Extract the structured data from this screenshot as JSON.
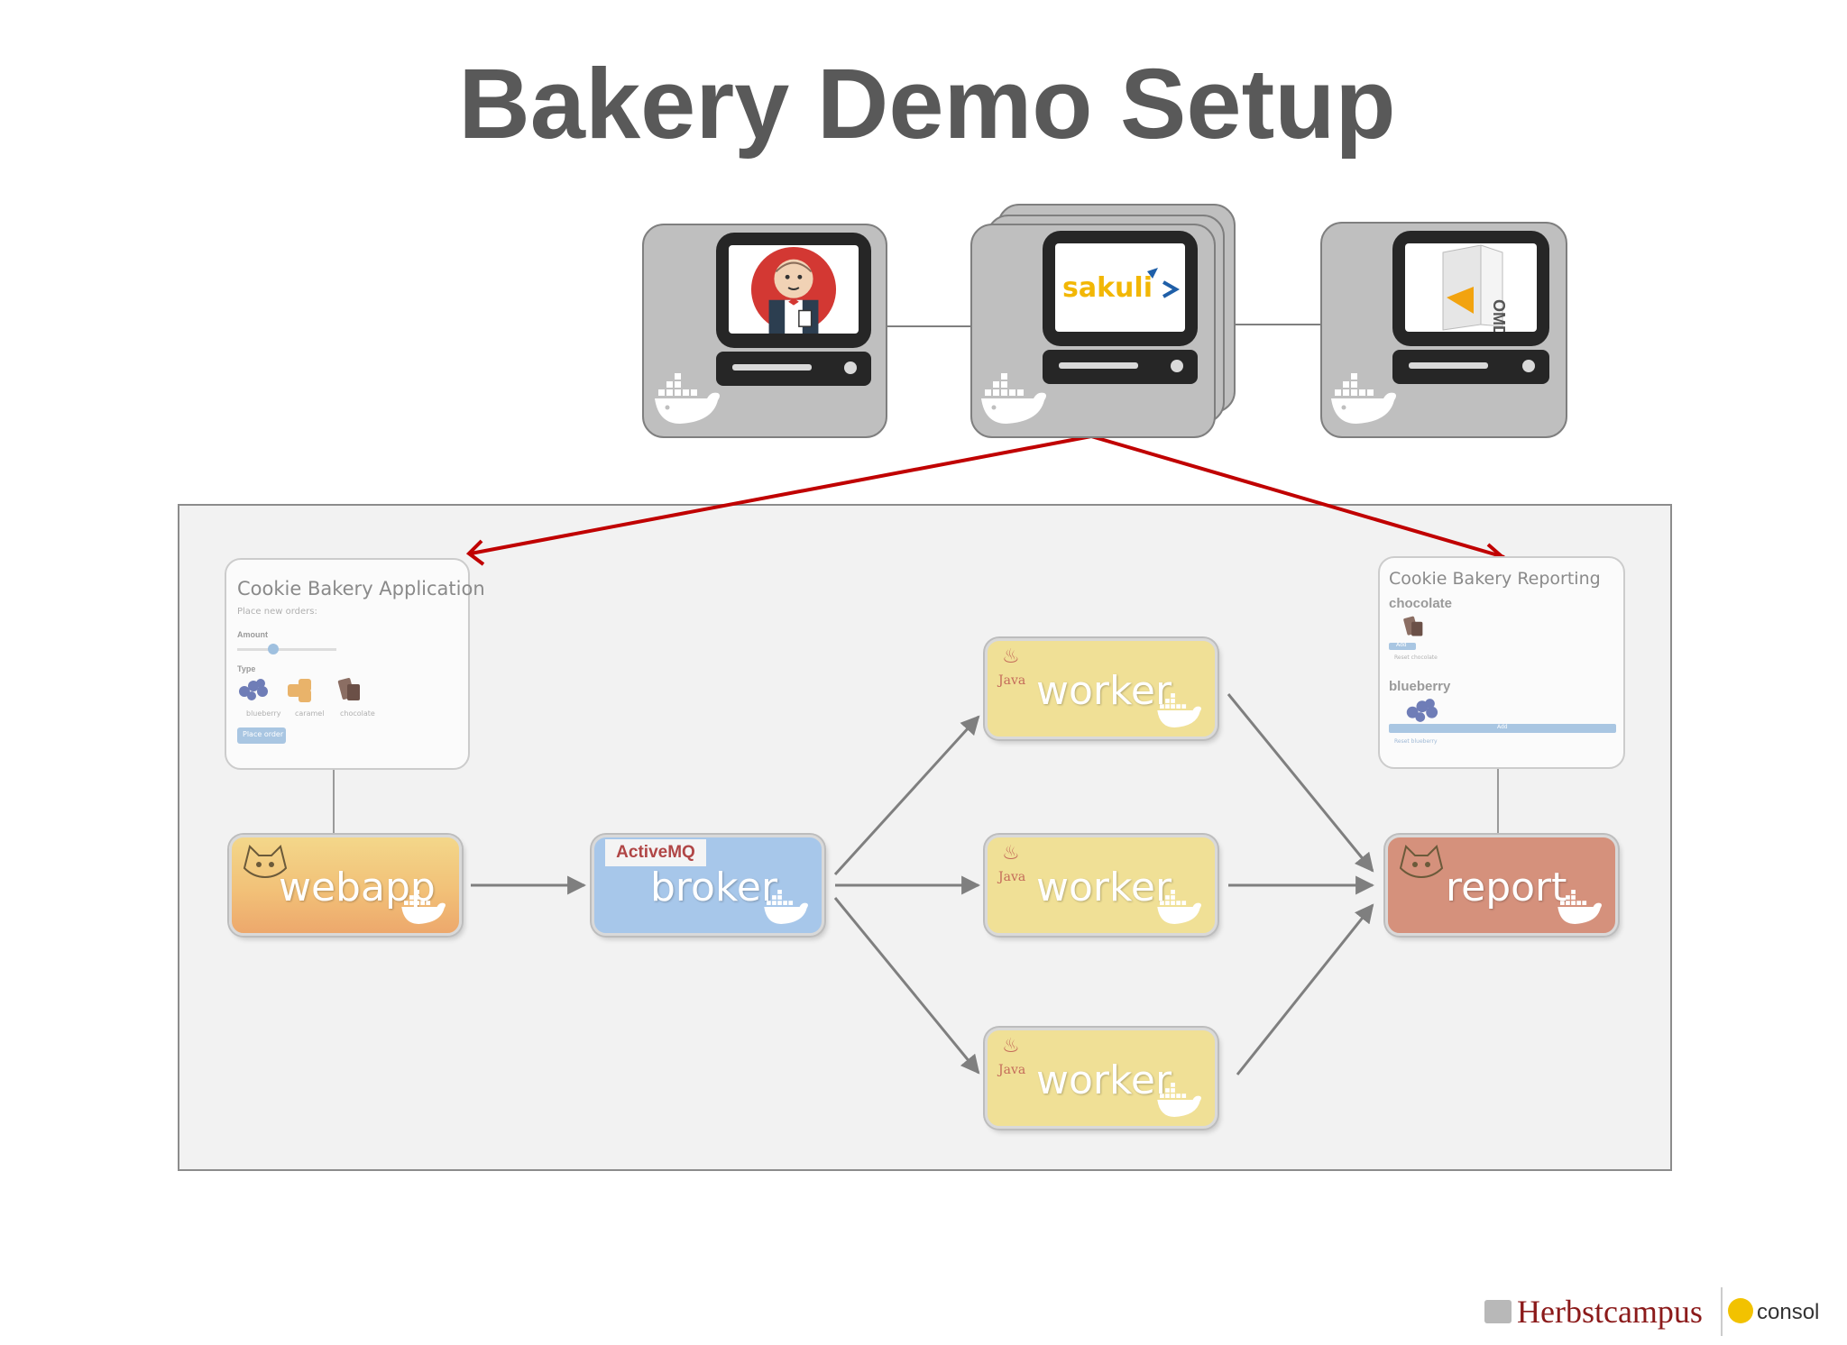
{
  "title": "Bakery Demo Setup",
  "servers": [
    {
      "name": "jenkins",
      "icon": "jenkins-butler-icon"
    },
    {
      "name": "sakuli",
      "logo_text": "sakuli"
    },
    {
      "name": "omd",
      "logo_text": "OMD"
    }
  ],
  "mockups": {
    "application": {
      "title": "Cookie Bakery Application",
      "subtitle": "Place new orders:",
      "amount_label": "Amount",
      "type_label": "Type",
      "radio_options": [
        "blueberry",
        "caramel",
        "chocolate"
      ],
      "button_label": "Place order"
    },
    "reporting": {
      "title": "Cookie Bakery Reporting",
      "sections": [
        {
          "label": "chocolate",
          "button": "Add",
          "link": "Reset chocolate"
        },
        {
          "label": "blueberry",
          "button": "Add",
          "link": "Reset blueberry"
        }
      ]
    }
  },
  "nodes": {
    "webapp": {
      "label": "webapp",
      "tech": "tomcat"
    },
    "broker": {
      "label": "broker",
      "tech_label": "ActiveMQ"
    },
    "workers": [
      {
        "label": "worker",
        "tech_label": "Java"
      },
      {
        "label": "worker",
        "tech_label": "Java"
      },
      {
        "label": "worker",
        "tech_label": "Java"
      }
    ],
    "report": {
      "label": "report",
      "tech": "tomcat"
    }
  },
  "footer": {
    "event": "Herbstcampus",
    "company": "consol"
  },
  "colors": {
    "title": "#595959",
    "arrow_red": "#c00000",
    "arrow_gray": "#7f7f7f",
    "webapp": "#f2c178",
    "broker": "#a7c7ea",
    "worker": "#f0e096",
    "report": "#d5917c",
    "server_fill": "#bfbfbf"
  }
}
